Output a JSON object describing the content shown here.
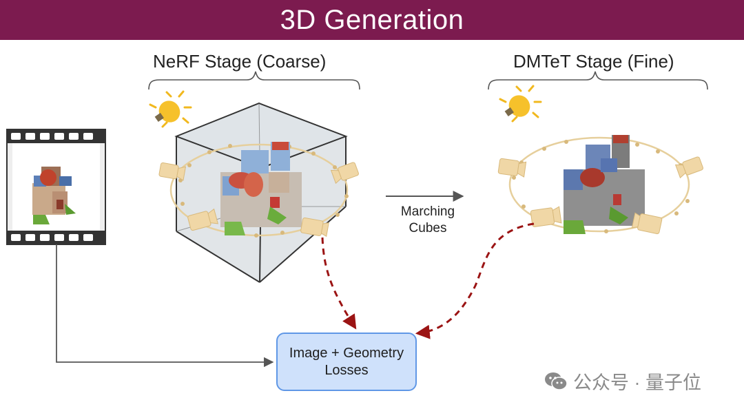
{
  "title": "3D Generation",
  "stages": {
    "coarse": "NeRF Stage (Coarse)",
    "fine": "DMTeT Stage (Fine)"
  },
  "transition": {
    "line1": "Marching",
    "line2": "Cubes"
  },
  "loss_box": {
    "line1": "Image + Geometry",
    "line2": "Losses"
  },
  "watermark": "公众号 · 量子位",
  "colors": {
    "title_bar": "#7c1b4f",
    "loss_box_fill": "#cfe1fb",
    "loss_box_border": "#5f97e6",
    "dashed_arrow": "#9b1414"
  }
}
